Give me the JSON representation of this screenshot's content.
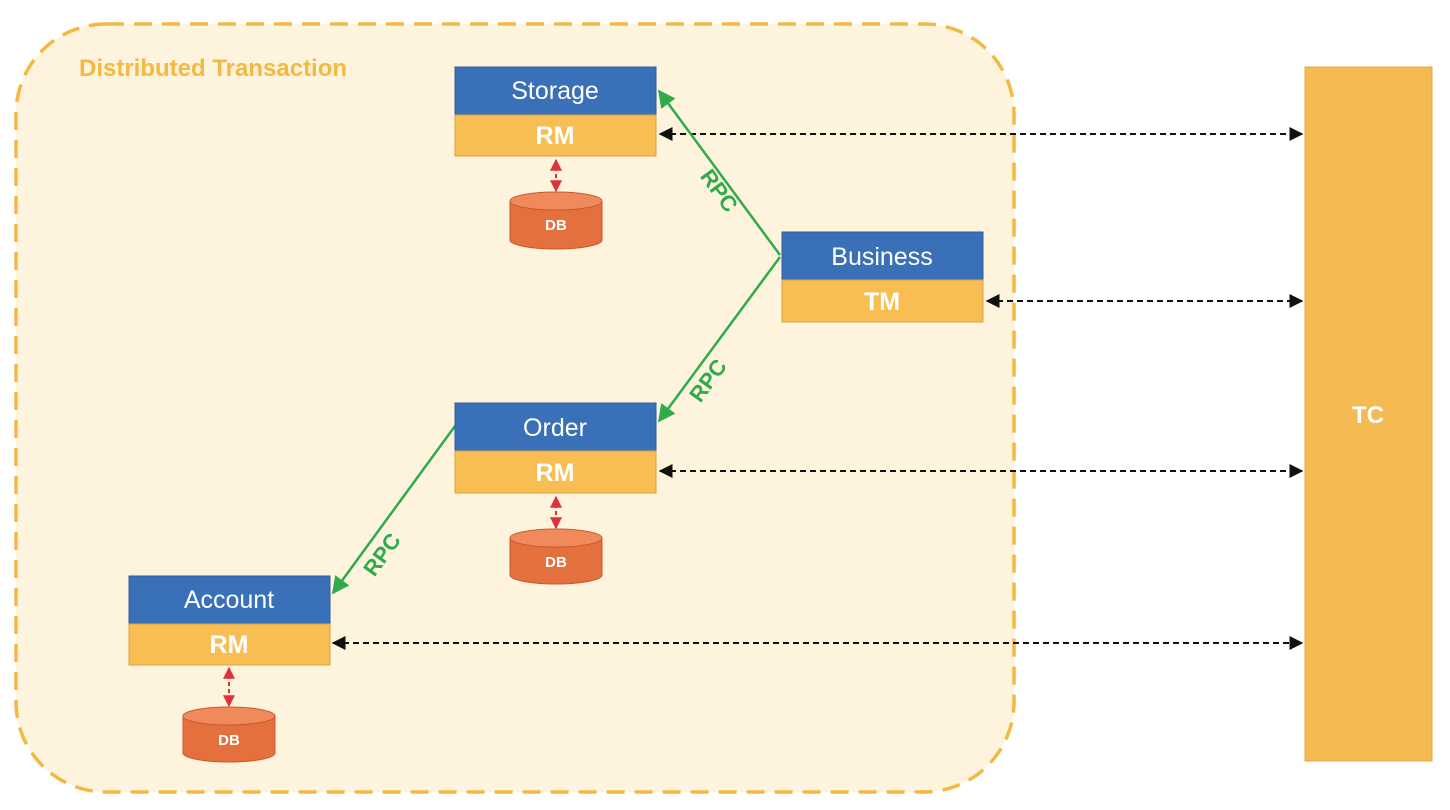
{
  "group": {
    "title": "Distributed Transaction"
  },
  "services": {
    "storage": {
      "name": "Storage",
      "role": "RM"
    },
    "business": {
      "name": "Business",
      "role": "TM"
    },
    "order": {
      "name": "Order",
      "role": "RM"
    },
    "account": {
      "name": "Account",
      "role": "RM"
    }
  },
  "databases": {
    "storage": {
      "label": "DB"
    },
    "order": {
      "label": "DB"
    },
    "account": {
      "label": "DB"
    }
  },
  "rpc": {
    "business_to_storage": "RPC",
    "business_to_order": "RPC",
    "order_to_account": "RPC"
  },
  "coordinator": {
    "label": "TC"
  },
  "colors": {
    "group_fill": "#FEF3DC",
    "group_border": "#F4B943",
    "group_title": "#F4B943",
    "header_fill": "#3A70B8",
    "role_fill": "#F8BE53",
    "db_fill": "#E4703E",
    "db_top": "#F08A5C",
    "rpc_green": "#2EAB4A",
    "db_link_red": "#E0303C",
    "tc_fill": "#F6BA53"
  }
}
